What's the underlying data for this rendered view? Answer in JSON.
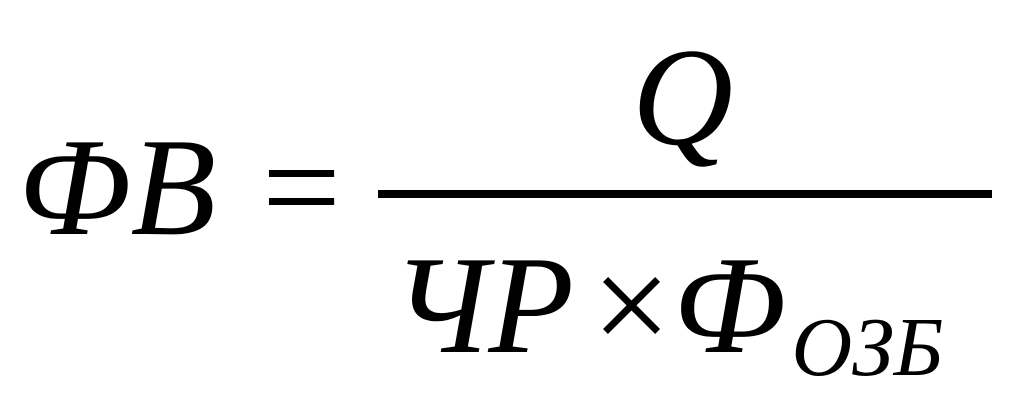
{
  "formula": {
    "lhs": "ФВ",
    "equals": "=",
    "numerator": "Q",
    "denominator": {
      "term1": "ЧР",
      "operator": "×",
      "term2": "Ф",
      "subscript": "ОЗБ"
    }
  }
}
